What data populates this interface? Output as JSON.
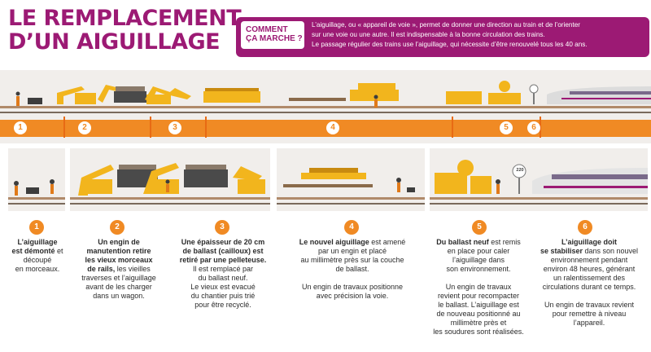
{
  "header": {
    "title_line1": "LE REMPLACEMENT",
    "title_line2": "D’UN AIGUILLAGE",
    "how_label_line1": "COMMENT",
    "how_label_line2": "ÇA MARCHE ?",
    "how_text_line1": "L’aiguillage, ou « appareil de voie », permet de donner une direction au train et de l’orienter",
    "how_text_line2": "sur une voie ou une autre. Il est indispensable à la bonne circulation des trains.",
    "how_text_line3": "Le passage régulier des trains use l’aiguillage, qui nécessite d’être renouvelé tous les 40 ans."
  },
  "timeline": {
    "numbers": [
      "1",
      "2",
      "3",
      "4",
      "5",
      "6"
    ]
  },
  "speed_sign": "220",
  "steps": [
    {
      "num": "1",
      "bold1": "L’aiguillage",
      "bold2": "est démonté",
      "rest1": "et découpé",
      "rest2": "en morceaux."
    },
    {
      "num": "2",
      "bold1": "Un engin de",
      "bold2": "manutention retire",
      "bold3": "les vieux morceaux",
      "bold4": "de rails,",
      "rest1": "les vieilles",
      "rest2": "traverses et l’aiguillage",
      "rest3": "avant de les charger",
      "rest4": "dans un wagon."
    },
    {
      "num": "3",
      "bold1": "Une épaisseur de 20 cm",
      "bold2": "de ballast (cailloux) est",
      "bold3": "retiré par une pelleteuse.",
      "rest1": "Il est remplacé par",
      "rest2": "du ballast neuf.",
      "rest3": "Le vieux est evacué",
      "rest4": "du chantier puis trié",
      "rest5": "pour être recyclé."
    },
    {
      "num": "4",
      "bold1": "Le nouvel aiguillage",
      "rest0": "est amené",
      "rest1": "par un engin et placé",
      "rest2": "au millimètre près sur la couche",
      "rest3": "de ballast.",
      "rest4": "Un engin de travaux positionne",
      "rest5": "avec précision la voie."
    },
    {
      "num": "5",
      "bold1": "Du ballast neuf",
      "rest0": "est remis",
      "rest1": "en place pour caler",
      "rest2": "l’aiguillage dans",
      "rest3": "son environnement.",
      "rest4": "Un engin de travaux",
      "rest5": "revient pour recompacter",
      "rest6": "le ballast. L’aiguillage est",
      "rest7": "de nouveau positionné au",
      "rest8": "millimètre près et",
      "rest9": "les soudures sont réalisées."
    },
    {
      "num": "6",
      "bold1": "L’aiguillage doit",
      "bold2": "se stabiliser",
      "rest0": "dans son nouvel",
      "rest1": "environnement pendant",
      "rest2": "environ 48 heures, générant",
      "rest3": "un ralentissement des",
      "rest4": "circulations durant ce temps.",
      "rest5": "Un engin de travaux revient",
      "rest6": "pour remettre à niveau",
      "rest7": "l’appareil."
    }
  ],
  "colors": {
    "brand_purple": "#9c1a74",
    "accent_orange": "#f08a24",
    "machine_yellow": "#f2b51d",
    "band_beige": "#f1eeeb"
  }
}
